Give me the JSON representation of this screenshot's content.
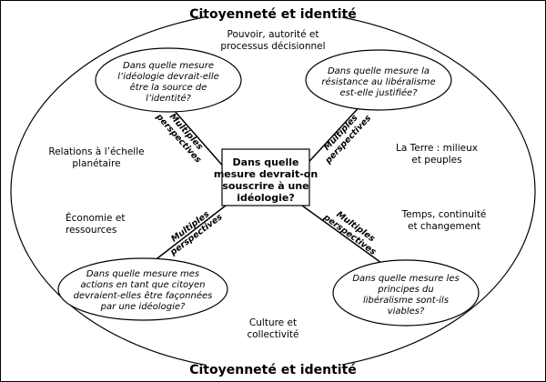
{
  "title_top": "Citoyenneté et identité",
  "title_bottom": "Citoyenneté et identité",
  "center_question": [
    "Dans quelle",
    "mesure devrait-on",
    "souscrire à une",
    "idéologie?"
  ],
  "spoke_label": [
    "Multiples",
    "perspectives"
  ],
  "questions": {
    "top_left": [
      "Dans quelle mesure",
      "l’idéologie devrait-elle",
      "être la source de",
      "l’identité?"
    ],
    "top_right": [
      "Dans quelle mesure la",
      "résistance au libéralisme",
      "est-elle justifiée?"
    ],
    "bottom_left": [
      "Dans quelle mesure mes",
      "actions en tant que citoyen",
      "devraient-elles être façonnées",
      "par une idéologie?"
    ],
    "bottom_right": [
      "Dans quelle mesure les",
      "principes du",
      "libéralisme sont-ils",
      "viables?"
    ]
  },
  "strands": {
    "top": [
      "Pouvoir, autorité et",
      "processus décisionnel"
    ],
    "left_upper": [
      "Relations à l’échelle",
      "planétaire"
    ],
    "left_lower": [
      "Économie et",
      "ressources"
    ],
    "right_upper": [
      "La Terre : milieux",
      "et peuples"
    ],
    "right_lower": [
      "Temps, continuité",
      "et changement"
    ],
    "bottom": [
      "Culture et",
      "collectivité"
    ]
  }
}
